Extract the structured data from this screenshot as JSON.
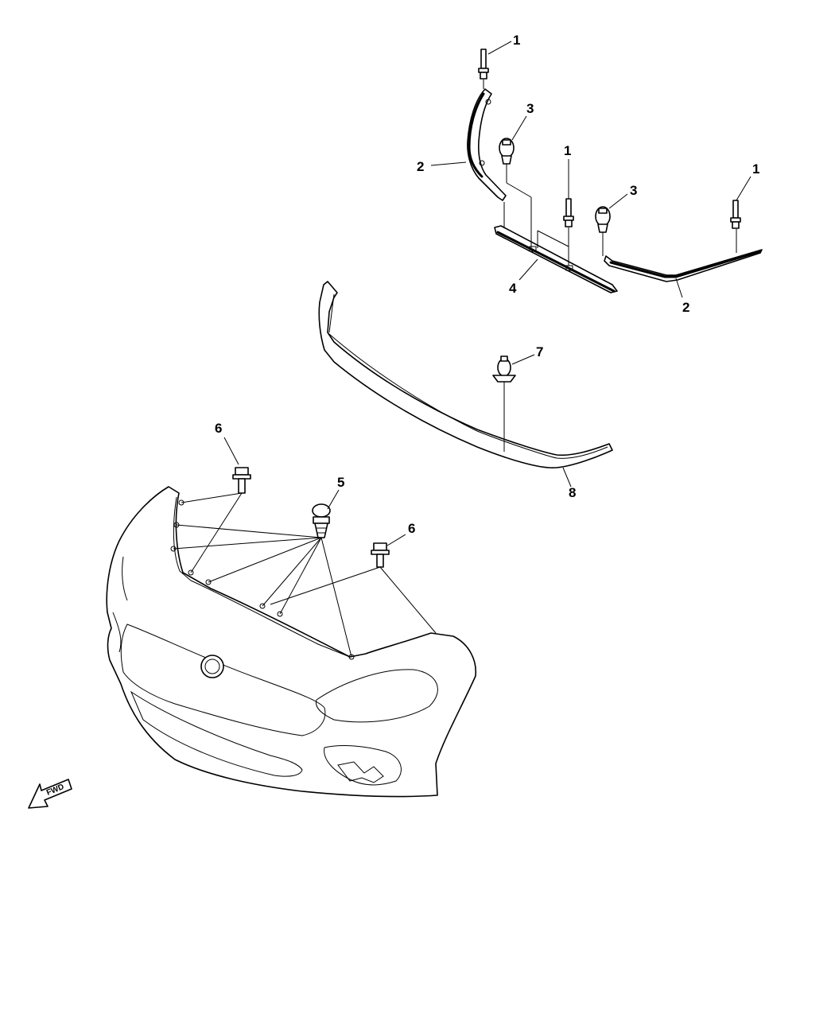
{
  "callouts": {
    "c1a": "1",
    "c1b": "1",
    "c1c": "1",
    "c2a": "2",
    "c2b": "2",
    "c3a": "3",
    "c3b": "3",
    "c4": "4",
    "c5": "5",
    "c6a": "6",
    "c6b": "6",
    "c7": "7",
    "c8": "8"
  },
  "fwd_label": "FWD"
}
